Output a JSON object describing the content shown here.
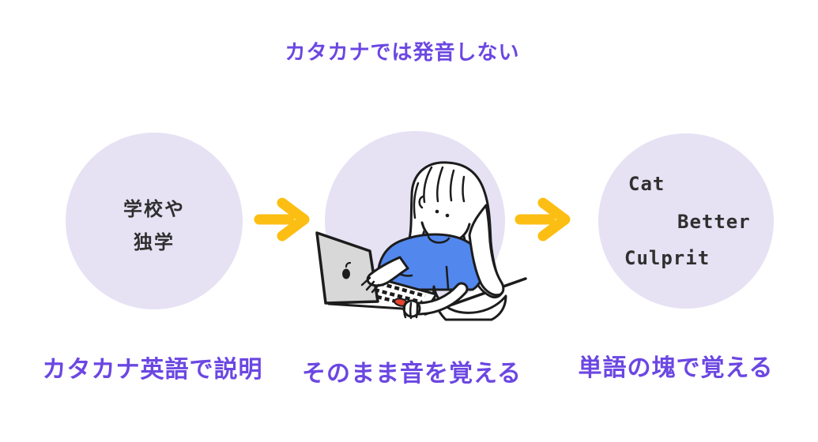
{
  "title": "カタカナでは発音しない",
  "steps": [
    {
      "circle_lines": [
        "学校や",
        "独学"
      ],
      "caption": "カタカナ英語で説明"
    },
    {
      "illustration": "person-typing-on-laptop",
      "caption": "そのまま音を覚える"
    },
    {
      "circle_words": [
        "Cat",
        "Better",
        "Culprit"
      ],
      "caption": "単語の塊で覚える"
    }
  ],
  "icons": {
    "arrow_1": "right-arrow-icon",
    "arrow_2": "right-arrow-icon",
    "illustration": "person-typing-laptop-illustration"
  },
  "colors": {
    "accent_purple": "#6B47E2",
    "arrow_yellow": "#FCBE13",
    "circle_lavender": "#E6E2F4",
    "text_dark": "#2F2F2F",
    "shirt_blue": "#5287EE",
    "laptop_gray": "#D8D8D8",
    "nail_red": "#E8432F",
    "outline_black": "#1C1C1C",
    "background": "#FFFFFF"
  }
}
